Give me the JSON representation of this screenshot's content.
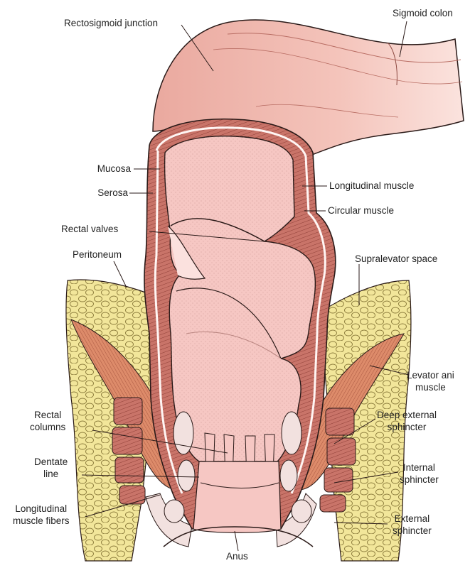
{
  "colors": {
    "colon_pink": "#f1b9b0",
    "colon_shadow": "#e29a90",
    "lumen_pink": "#f6c7c3",
    "muscle_red": "#c97469",
    "muscle_dark": "#a9564d",
    "fat_yellow": "#f2e69a",
    "sphincter_red": "#c86b62",
    "levator_orange": "#dd8b6a",
    "line": "#2a1a18"
  },
  "labels": {
    "rectosigmoid_junction": "Rectosigmoid junction",
    "sigmoid_colon": "Sigmoid colon",
    "mucosa": "Mucosa",
    "serosa": "Serosa",
    "longitudinal_muscle": "Longitudinal muscle",
    "circular_muscle": "Circular muscle",
    "rectal_valves": "Rectal valves",
    "peritoneum": "Peritoneum",
    "supralevator_space": "Supralevator space",
    "levator_ani": [
      "Levator ani",
      "muscle"
    ],
    "rectal_columns": [
      "Rectal",
      "columns"
    ],
    "deep_external_sphincter": [
      "Deep external",
      "sphincter"
    ],
    "dentate_line": [
      "Dentate",
      "line"
    ],
    "internal_sphincter": [
      "Internal",
      "sphincter"
    ],
    "longitudinal_muscle_fibers": [
      "Longitudinal",
      "muscle fibers"
    ],
    "external_sphincter": [
      "External",
      "sphincter"
    ],
    "anus": "Anus"
  }
}
